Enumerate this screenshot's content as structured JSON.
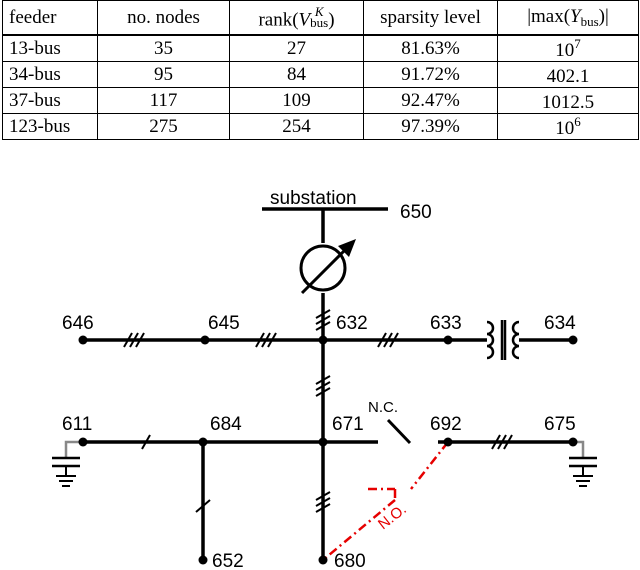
{
  "table": {
    "headers": {
      "feeder": "feeder",
      "nodes": "no. nodes",
      "rank_prefix": "rank(",
      "rank_var": "V",
      "rank_sup": "K",
      "rank_sub": "bus",
      "rank_suffix": ")",
      "sparsity": "sparsity level",
      "max_prefix": "|max(",
      "max_var": "Y",
      "max_sub": "bus",
      "max_suffix": ")|"
    },
    "rows": [
      {
        "feeder": "13-bus",
        "nodes": "35",
        "rank": "27",
        "sparsity": "81.63%",
        "max_base": "10",
        "max_exp": "7"
      },
      {
        "feeder": "34-bus",
        "nodes": "95",
        "rank": "84",
        "sparsity": "91.72%",
        "max_base": "402.1",
        "max_exp": ""
      },
      {
        "feeder": "37-bus",
        "nodes": "117",
        "rank": "109",
        "sparsity": "92.47%",
        "max_base": "1012.5",
        "max_exp": ""
      },
      {
        "feeder": "123-bus",
        "nodes": "275",
        "rank": "254",
        "sparsity": "97.39%",
        "max_base": "10",
        "max_exp": "6"
      }
    ]
  },
  "diagram": {
    "substation_label": "substation",
    "switch_nc": "N.C.",
    "switch_no": "N.O.",
    "nodes": {
      "n650": "650",
      "n646": "646",
      "n645": "645",
      "n632": "632",
      "n633": "633",
      "n634": "634",
      "n611": "611",
      "n684": "684",
      "n671": "671",
      "n692": "692",
      "n675": "675",
      "n652": "652",
      "n680": "680"
    },
    "colors": {
      "line": "#000000",
      "open_switch": "#e60000",
      "ground": "#888888"
    }
  }
}
